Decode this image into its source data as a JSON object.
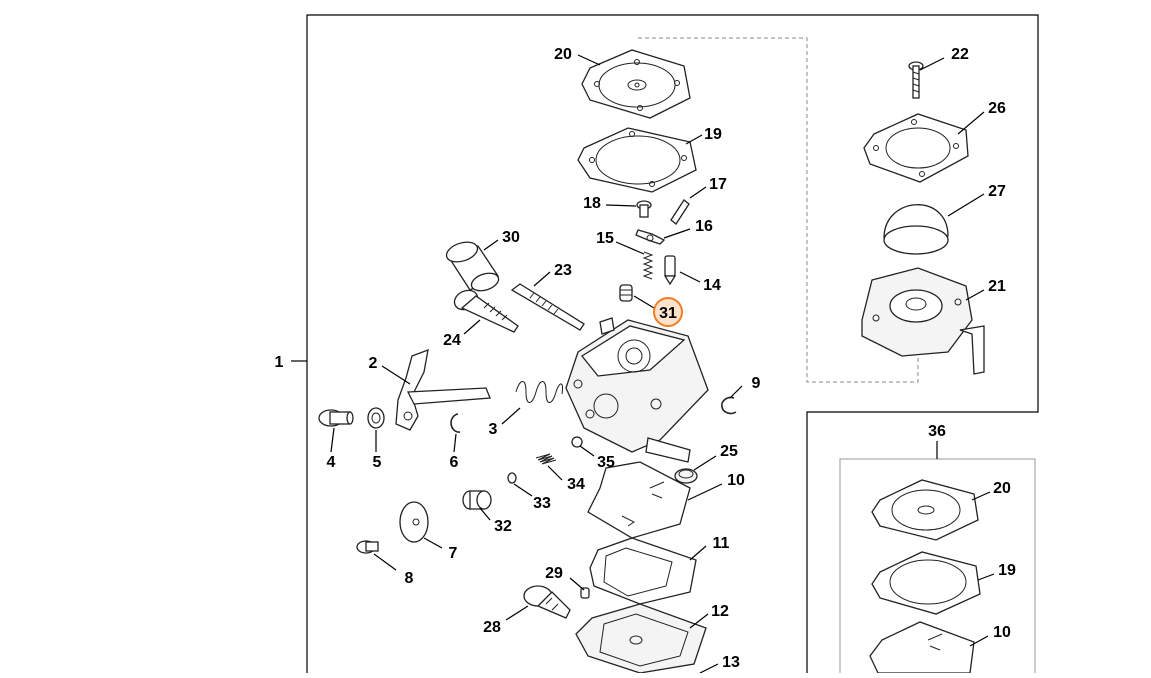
{
  "diagram": {
    "highlight_color": "#ef7d22",
    "highlight_fill": "#fde2cc",
    "labels": {
      "p1": "1",
      "p2": "2",
      "p3": "3",
      "p4": "4",
      "p5": "5",
      "p6": "6",
      "p7": "7",
      "p8": "8",
      "p9": "9",
      "p10": "10",
      "p11": "11",
      "p12": "12",
      "p13": "13",
      "p14": "14",
      "p15": "15",
      "p16": "16",
      "p17": "17",
      "p18": "18",
      "p19": "19",
      "p20": "20",
      "p21": "21",
      "p22": "22",
      "p23": "23",
      "p24": "24",
      "p25": "25",
      "p26": "26",
      "p27": "27",
      "p28": "28",
      "p29": "29",
      "p30": "30",
      "p31": "31",
      "p32": "32",
      "p33": "33",
      "p34": "34",
      "p35": "35",
      "p36": "36",
      "kit_p20": "20",
      "kit_p19": "19",
      "kit_p10": "10"
    }
  }
}
